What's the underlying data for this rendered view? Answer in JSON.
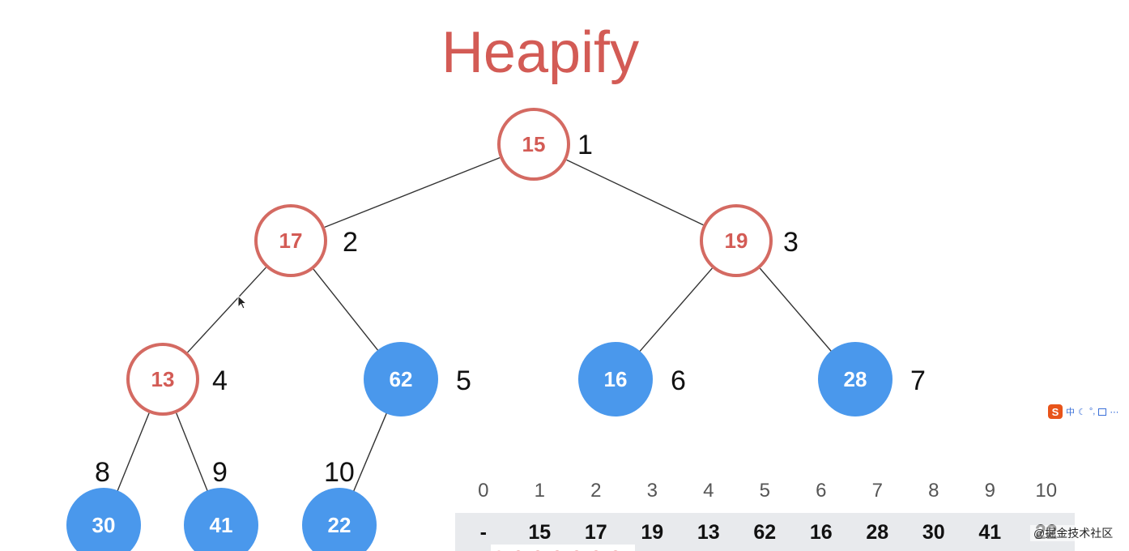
{
  "title": "Heapify",
  "tree": {
    "nodes": [
      {
        "index": "1",
        "value": "15",
        "style": "red"
      },
      {
        "index": "2",
        "value": "17",
        "style": "red"
      },
      {
        "index": "3",
        "value": "19",
        "style": "red"
      },
      {
        "index": "4",
        "value": "13",
        "style": "red"
      },
      {
        "index": "5",
        "value": "62",
        "style": "blue"
      },
      {
        "index": "6",
        "value": "16",
        "style": "blue"
      },
      {
        "index": "7",
        "value": "28",
        "style": "blue"
      },
      {
        "index": "8",
        "value": "30",
        "style": "blue"
      },
      {
        "index": "9",
        "value": "41",
        "style": "blue"
      },
      {
        "index": "10",
        "value": "22",
        "style": "blue"
      }
    ],
    "edges": [
      [
        "1",
        "2"
      ],
      [
        "1",
        "3"
      ],
      [
        "2",
        "4"
      ],
      [
        "2",
        "5"
      ],
      [
        "3",
        "6"
      ],
      [
        "3",
        "7"
      ],
      [
        "4",
        "8"
      ],
      [
        "4",
        "9"
      ],
      [
        "5",
        "10"
      ]
    ]
  },
  "array": {
    "indices": [
      "0",
      "1",
      "2",
      "3",
      "4",
      "5",
      "6",
      "7",
      "8",
      "9",
      "10"
    ],
    "values": [
      "-",
      "15",
      "17",
      "19",
      "13",
      "62",
      "16",
      "28",
      "30",
      "41",
      "22"
    ]
  },
  "colors": {
    "title": "#d35b55",
    "red_stroke": "#d46a62",
    "blue_fill": "#4a98ec",
    "array_background": "#e8eaed"
  },
  "ime_toolbar": {
    "logo": "S",
    "mode": "中"
  },
  "watermark": "@掘金技术社区"
}
